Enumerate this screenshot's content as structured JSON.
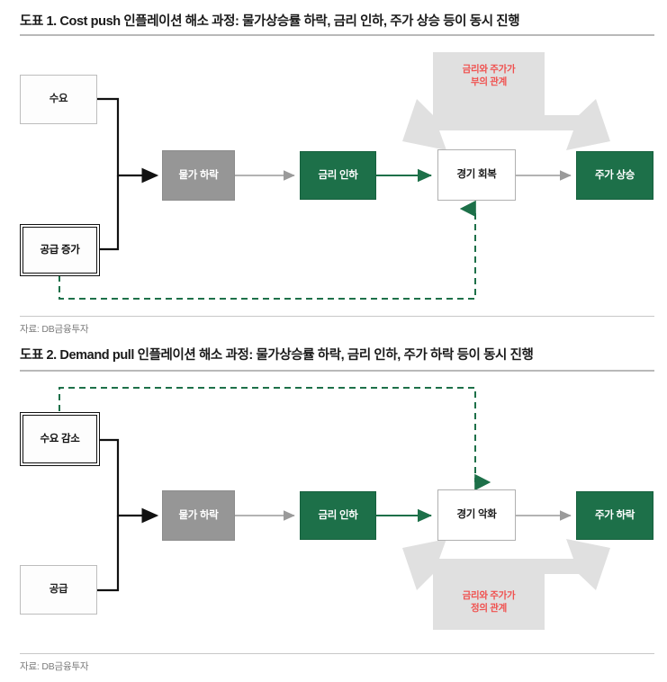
{
  "figure1": {
    "title": "도표 1. Cost push 인플레이션 해소 과정: 물가상승률 하락, 금리 인하, 주가 상승 등이 동시 진행",
    "source": "자료: DB금융투자",
    "nodes": {
      "demand": "수요",
      "supply": "공급 증가",
      "prices": "물가 하락",
      "rates": "금리 인하",
      "economy": "경기 회복",
      "stocks": "주가 상승"
    },
    "callout": "금리와 주가가\n부의 관계"
  },
  "figure2": {
    "title": "도표 2. Demand pull 인플레이션 해소 과정: 물가상승률 하락, 금리 인하, 주가 하락 등이 동시 진행",
    "source": "자료: DB금융투자",
    "nodes": {
      "demand": "수요 감소",
      "supply": "공급",
      "prices": "물가 하락",
      "rates": "금리 인하",
      "economy": "경기 악화",
      "stocks": "주가 하락"
    },
    "callout": "금리와 주가가\n정의 관계"
  },
  "colors": {
    "green_box": "#1d7049",
    "grey_box": "#969696",
    "callout_text": "#f0514f",
    "grey_arrow": "#e0e0e0",
    "feedback_line": "#1d7049",
    "black_connector": "#111111",
    "grey_connector": "#9a9a9a"
  }
}
